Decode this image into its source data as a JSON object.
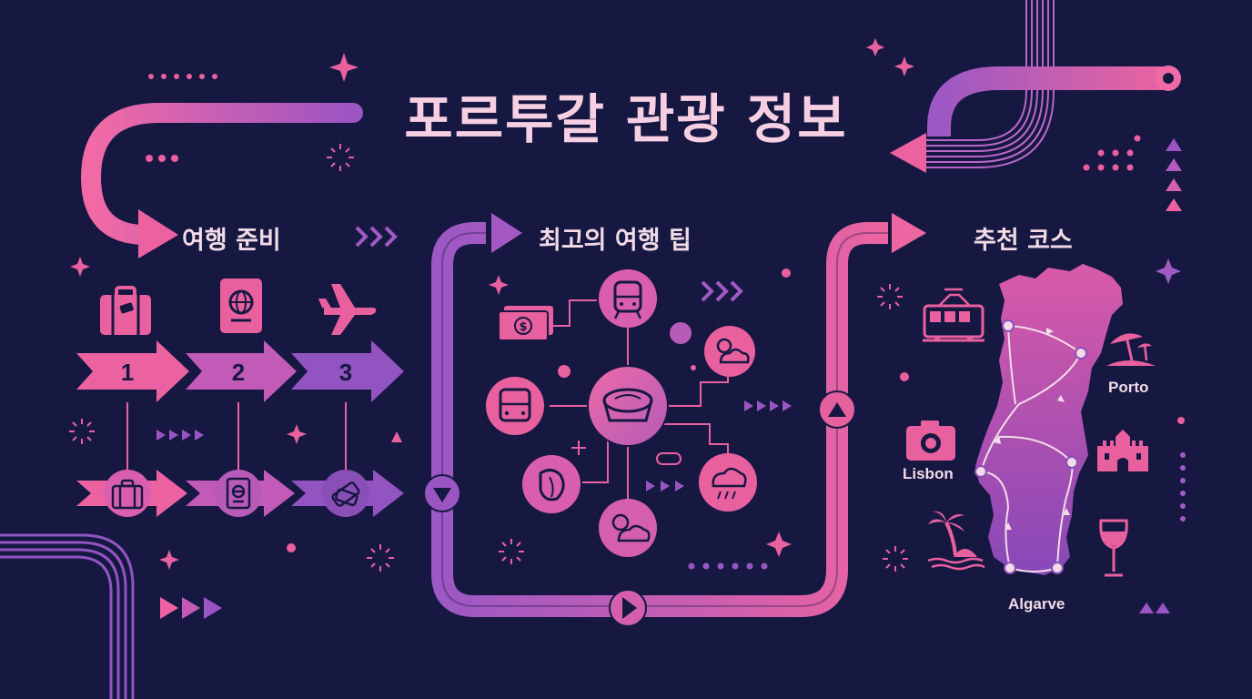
{
  "title": "포르투갈 관광 정보",
  "sections": {
    "prep": "여행 준비",
    "tips": "최고의 여행 팁",
    "course": "추천 코스"
  },
  "steps": [
    "1",
    "2",
    "3"
  ],
  "cities": {
    "porto": "Porto",
    "lisbon": "Lisbon",
    "algarve": "Algarve"
  },
  "colors": {
    "background": "#161842",
    "pink": "#e9609e",
    "violet": "#8a4fb8",
    "light": "#f4dbe8"
  },
  "icons": {
    "prep_top": [
      "suitcase-icon",
      "passport-icon",
      "airplane-icon"
    ],
    "prep_bottom": [
      "suitcase-icon",
      "passport-icon",
      "ticket-icon"
    ],
    "tips": [
      "money-icon",
      "train-icon",
      "weather-icon",
      "bus-icon",
      "pastel-de-nata-icon",
      "shell-icon",
      "sun-cloud-icon",
      "rain-cloud-icon"
    ],
    "course": [
      "tram-icon",
      "camera-icon",
      "palm-beach-icon",
      "beach-umbrella-icon",
      "castle-icon",
      "wine-glass-icon"
    ]
  }
}
